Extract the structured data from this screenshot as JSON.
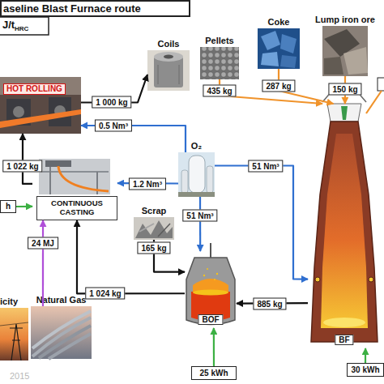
{
  "diagram": {
    "title": "aseline Blast Furnace route",
    "nodes": [
      {
        "text": [
          "HOT ROLLING"
        ]
      },
      {
        "text": [
          "Coils"
        ]
      },
      {
        "text": [
          "Pellets"
        ]
      },
      {
        "text": [
          "Coke"
        ]
      },
      {
        "text": [
          "Lump iron ore"
        ]
      },
      {
        "text": [
          "O₂"
        ]
      },
      {
        "text": [
          "CONTINUOUS CASTING"
        ]
      },
      {
        "text": [
          "h"
        ]
      },
      {
        "text": [
          "Natural Gas"
        ]
      },
      {
        "text": [
          "icity"
        ]
      },
      {
        "text": [
          "Scrap"
        ]
      },
      {
        "text": [
          "BOF"
        ]
      },
      {
        "text": [
          "BF"
        ]
      },
      {
        "text": [
          "25 kWh"
        ]
      },
      {
        "text": [
          "30 kWh"
        ]
      }
    ],
    "edges": [
      {
        "from": 0,
        "to": 1,
        "label": "1 000 kg",
        "arrow": "to"
      },
      {
        "from": 5,
        "to": 0,
        "label": "0.5 Nm³",
        "arrow": "to"
      },
      {
        "from": 5,
        "to": 6,
        "label": "1.2 Nm³",
        "arrow": "to"
      },
      {
        "from": 6,
        "to": 0,
        "label": "1 022 kg",
        "arrow": "to"
      },
      {
        "from": 2,
        "to": 12,
        "label": "435 kg",
        "arrow": "to"
      },
      {
        "from": 3,
        "to": 12,
        "label": "287 kg",
        "arrow": "to"
      },
      {
        "from": 4,
        "to": 12,
        "label": "150 kg",
        "arrow": "to"
      },
      {
        "from": 5,
        "to": 12,
        "label": "51 Nm³",
        "arrow": "to"
      },
      {
        "from": 5,
        "to": 11,
        "label": "51 Nm³",
        "arrow": "to"
      },
      {
        "from": 10,
        "to": 11,
        "label": "165 kg",
        "arrow": "to"
      },
      {
        "from": 11,
        "to": 6,
        "label": "1 024 kg",
        "arrow": "to"
      },
      {
        "from": 12,
        "to": 11,
        "label": "885 kg",
        "arrow": "to"
      },
      {
        "from": 7,
        "to": 6,
        "arrow": "to"
      },
      {
        "from": 8,
        "to": 6,
        "label": "24 MJ",
        "arrow": "to"
      },
      {
        "from": 13,
        "to": 11,
        "arrow": "to"
      },
      {
        "from": 14,
        "to": 12,
        "arrow": "to"
      }
    ],
    "labels": [
      "J/t",
      "HRC",
      "2015"
    ]
  }
}
